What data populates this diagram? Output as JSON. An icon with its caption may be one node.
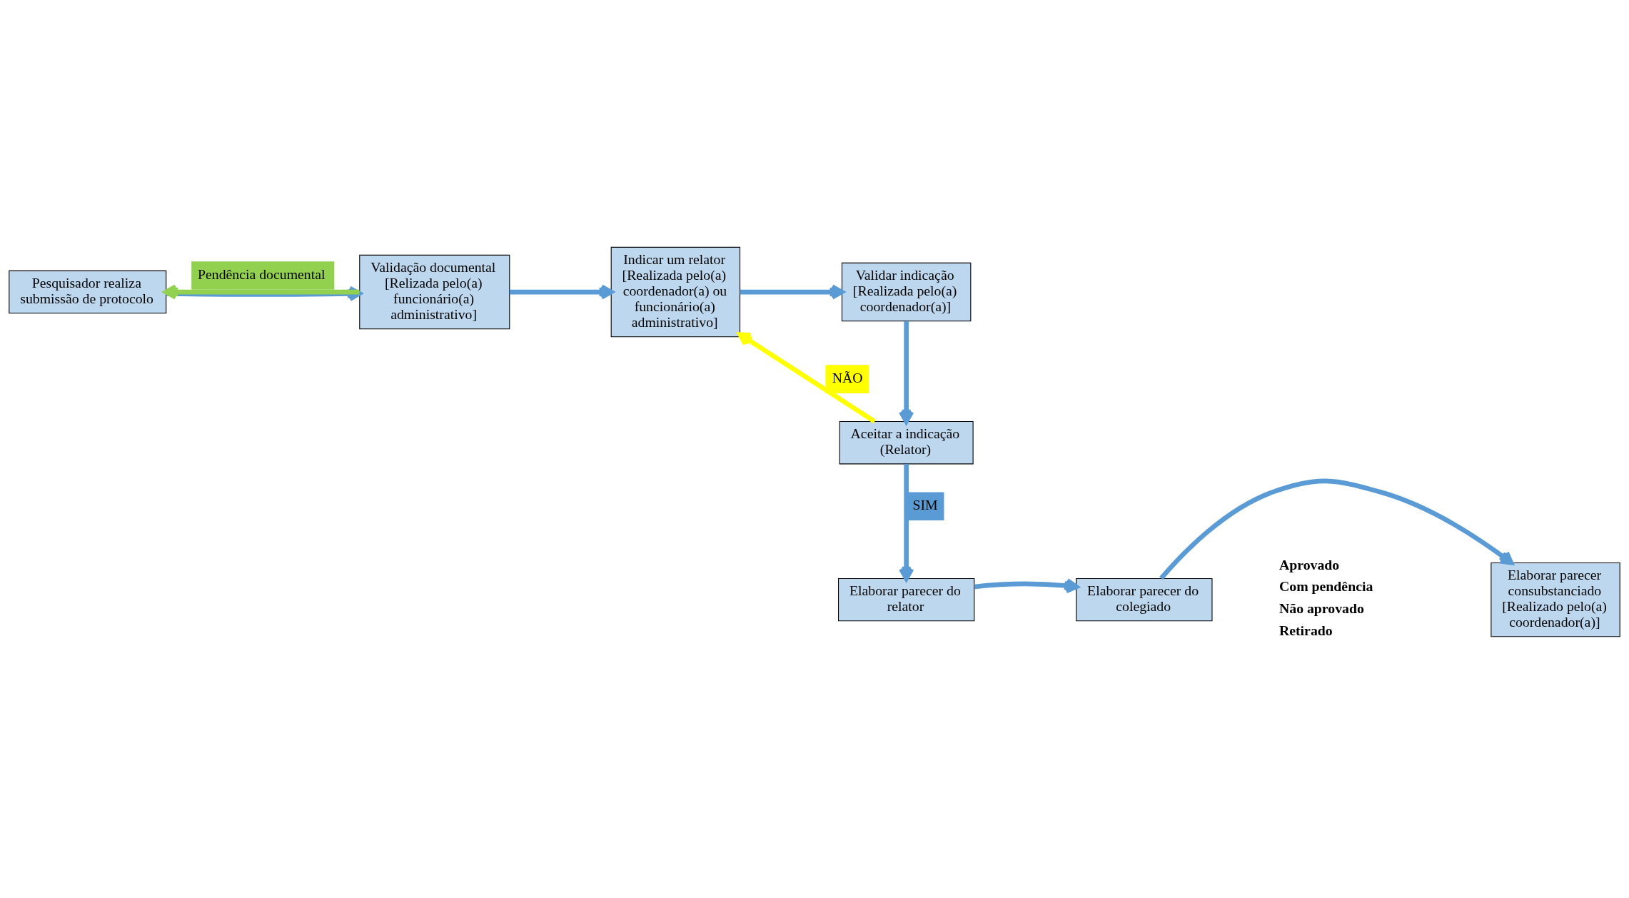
{
  "diagram": {
    "nodes": [
      {
        "text": [
          "Pesquisador realiza submissão de protocolo"
        ]
      },
      {
        "text": [
          "Validação documental [Relizada pelo(a) funcionário(a) administrativo]"
        ]
      },
      {
        "text": [
          "Indicar um relator [Realizada pelo(a) coordenador(a) ou funcionário(a) administrativo]"
        ]
      },
      {
        "text": [
          "Validar indicação [Realizada pelo(a) coordenador(a)]"
        ]
      },
      {
        "text": [
          "Aceitar a indicação (Relator)"
        ]
      },
      {
        "text": [
          "Elaborar parecer do relator"
        ]
      },
      {
        "text": [
          "Elaborar parecer do colegiado"
        ]
      },
      {
        "text": [
          "Elaborar parecer consubstanciado [Realizado pelo(a) coordenador(a)]"
        ]
      }
    ],
    "edges": [
      {
        "from": 0,
        "to": 1,
        "arrow": "to"
      },
      {
        "from": 1,
        "to": 2,
        "arrow": "to"
      },
      {
        "from": 2,
        "to": 3,
        "arrow": "to"
      },
      {
        "from": 3,
        "to": 4,
        "arrow": "to"
      },
      {
        "from": 4,
        "to": 2,
        "arrow": "to",
        "label": "NÃO",
        "color": "#ffff00"
      },
      {
        "from": 4,
        "to": 5,
        "arrow": "to",
        "label": "SIM"
      },
      {
        "from": 5,
        "to": 6,
        "arrow": "to"
      },
      {
        "from": 6,
        "to": 7,
        "arrow": "to"
      },
      {
        "from": 1,
        "to": 0,
        "arrow": "to",
        "label": "Pendência documental",
        "color": "#92d050"
      }
    ],
    "labels": [
      "Aprovado",
      "Com pendência",
      "Não aprovado",
      "Retirado"
    ]
  }
}
